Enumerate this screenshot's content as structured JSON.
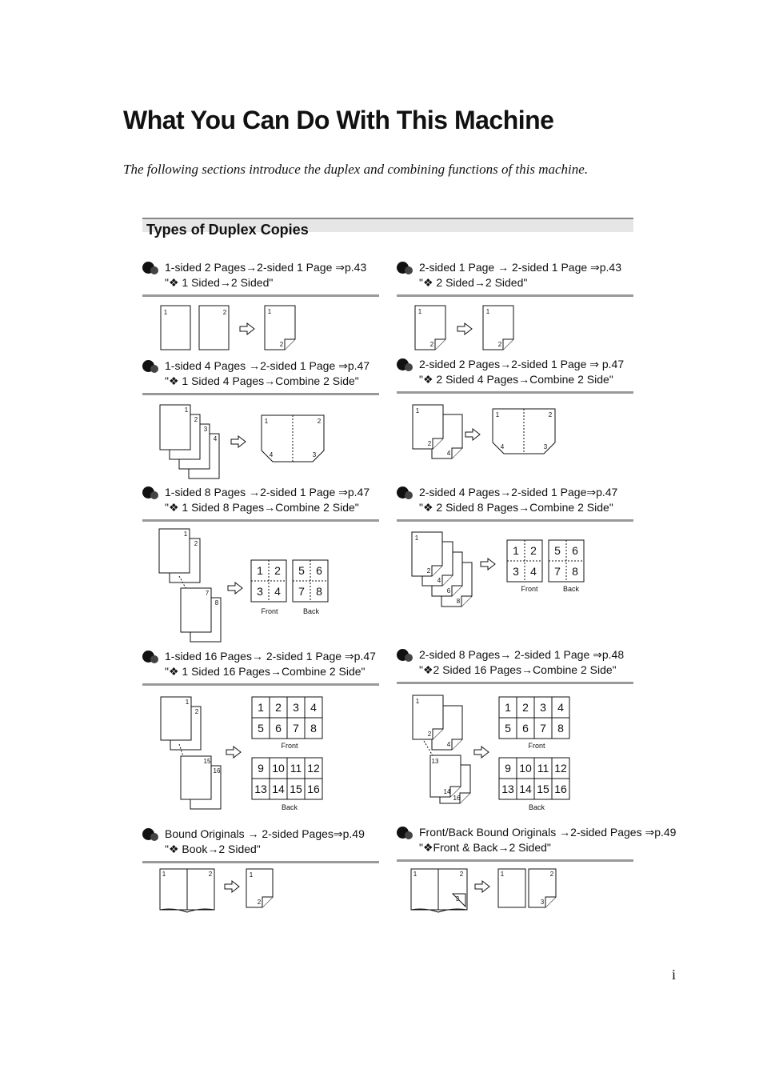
{
  "title": "What You Can Do With This Machine",
  "intro": "The following sections introduce the duplex and combining functions of this machine.",
  "section": "Types of Duplex Copies",
  "items": [
    {
      "line1": "1-sided 2 Pages→2-sided 1 Page ⇒p.43",
      "line2": "\"❖ 1 Sided→2 Sided\""
    },
    {
      "line1": "2-sided 1 Page → 2-sided 1 Page ⇒p.43",
      "line2": "\"❖ 2 Sided→2 Sided\""
    },
    {
      "line1": "1-sided 4 Pages →2-sided 1 Page ⇒p.47",
      "line2": "\"❖ 1 Sided 4 Pages→Combine 2 Side\""
    },
    {
      "line1": "2-sided 2 Pages→2-sided 1 Page ⇒ p.47",
      "line2": "\"❖ 2 Sided 4 Pages→Combine 2 Side\""
    },
    {
      "line1": "1-sided 8 Pages →2-sided 1 Page ⇒p.47",
      "line2": "\"❖ 1 Sided 8 Pages→Combine 2 Side\""
    },
    {
      "line1": "2-sided 4 Pages→2-sided 1 Page⇒p.47",
      "line2": "\"❖ 2 Sided 8 Pages→Combine 2 Side\""
    },
    {
      "line1": "1-sided 16 Pages→ 2-sided 1 Page ⇒p.47",
      "line2": "\"❖ 1 Sided 16 Pages→Combine 2 Side\""
    },
    {
      "line1": "2-sided 8 Pages→ 2-sided 1 Page ⇒p.48",
      "line2": "\"❖2 Sided 16 Pages→Combine 2 Side\""
    },
    {
      "line1": "Bound Originals → 2-sided Pages⇒p.49",
      "line2": "\"❖ Book→2 Sided\""
    },
    {
      "line1": "Front/Back Bound Originals →2-sided Pages ⇒p.49",
      "line2": "\"❖Front & Back→2 Sided\""
    }
  ],
  "diagram_labels": {
    "front": "Front",
    "back": "Back"
  },
  "page_number": "i"
}
